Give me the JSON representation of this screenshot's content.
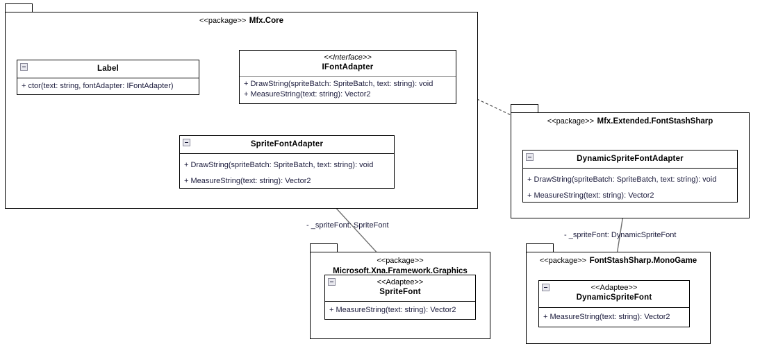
{
  "diagram": {
    "title": "Font adapter UML class diagram",
    "colors": {
      "stroke": "#000000",
      "text": "#1b1b3c",
      "association": "#6e6e6e",
      "separator_gray": "#9a9a9a",
      "background": "#ffffff"
    }
  },
  "packages": [
    {
      "id": "mfx-core",
      "stereotype": "<<package>>",
      "name": "Mfx.Core"
    },
    {
      "id": "mfx-extended-fontstashsharp",
      "stereotype": "<<package>>",
      "name": "Mfx.Extended.FontStashSharp"
    },
    {
      "id": "xna-graphics",
      "stereotype": "<<package>>",
      "name": "Microsoft.Xna.Framework.Graphics"
    },
    {
      "id": "fontstashsharp-monogame",
      "stereotype": "<<package>>",
      "name": "FontStashSharp.MonoGame"
    }
  ],
  "classes": [
    {
      "id": "label",
      "stereotype": "",
      "name": "Label",
      "operations": [
        "+ ctor(text: string, fontAdapter: IFontAdapter)"
      ]
    },
    {
      "id": "ifontadapter",
      "stereotype": "<<Interface>>",
      "name": "IFontAdapter",
      "operations": [
        "+ DrawString(spriteBatch: SpriteBatch, text: string): void",
        "+ MeasureString(text: string): Vector2"
      ]
    },
    {
      "id": "spritefontadapter",
      "stereotype": "",
      "name": "SpriteFontAdapter",
      "operations": [
        "+ DrawString(spriteBatch: SpriteBatch, text: string): void",
        "+ MeasureString(text: string): Vector2"
      ]
    },
    {
      "id": "dynamicspritefontadapter",
      "stereotype": "",
      "name": "DynamicSpriteFontAdapter",
      "operations": [
        "+ DrawString(spriteBatch: SpriteBatch, text: string): void",
        "+ MeasureString(text: string): Vector2"
      ]
    },
    {
      "id": "spritefont",
      "stereotype": "<<Adaptee>>",
      "name": "SpriteFont",
      "operations": [
        "+ MeasureString(text: string): Vector2"
      ]
    },
    {
      "id": "dynamicspritefont",
      "stereotype": "<<Adaptee>>",
      "name": "DynamicSpriteFont",
      "operations": [
        "+ MeasureString(text: string): Vector2"
      ]
    }
  ],
  "edges": [
    {
      "id": "label-uses-ifontadapter",
      "kind": "dependency",
      "from": "label",
      "to": "ifontadapter",
      "label": ""
    },
    {
      "id": "spritefontadapter-realizes-ifontadapter",
      "kind": "realization",
      "from": "spritefontadapter",
      "to": "ifontadapter",
      "label": ""
    },
    {
      "id": "dynamicspritefontadapter-realizes-ifontadapter",
      "kind": "realization",
      "from": "dynamicspritefontadapter",
      "to": "ifontadapter",
      "label": ""
    },
    {
      "id": "spritefontadapter-uses-spritefont",
      "kind": "association",
      "from": "spritefontadapter",
      "to": "spritefont",
      "label": "- _spriteFont: SpriteFont"
    },
    {
      "id": "dynamicspritefontadapter-uses-dynamicspritefont",
      "kind": "association",
      "from": "dynamicspritefontadapter",
      "to": "dynamicspritefont",
      "label": "- _spriteFont: DynamicSpriteFont"
    }
  ]
}
